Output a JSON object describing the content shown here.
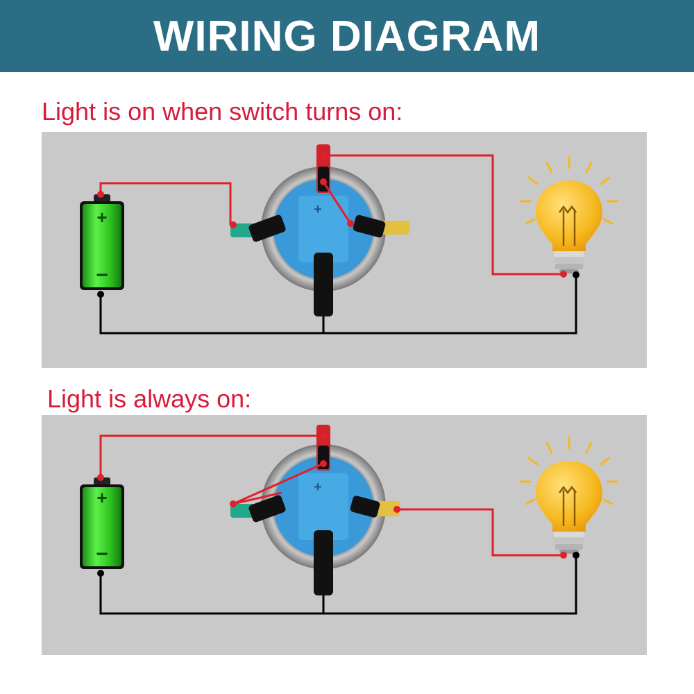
{
  "header": {
    "title": "WIRING DIAGRAM"
  },
  "diagrams": [
    {
      "heading": "Light is on when switch turns on:",
      "battery_plus": "+",
      "battery_minus": "−",
      "switch_plus": "+"
    },
    {
      "heading": "Light is always on:",
      "battery_plus": "+",
      "battery_minus": "−",
      "switch_plus": "+"
    }
  ],
  "colors": {
    "banner": "#2b6d84",
    "heading": "#d81b3a",
    "panel": "#c9c9c9",
    "positive_wire": "#e0202c",
    "ground_wire": "#000000",
    "battery": "#39d42a",
    "switch_body": "#3a9ad9",
    "bulb": "#f6b81e"
  }
}
